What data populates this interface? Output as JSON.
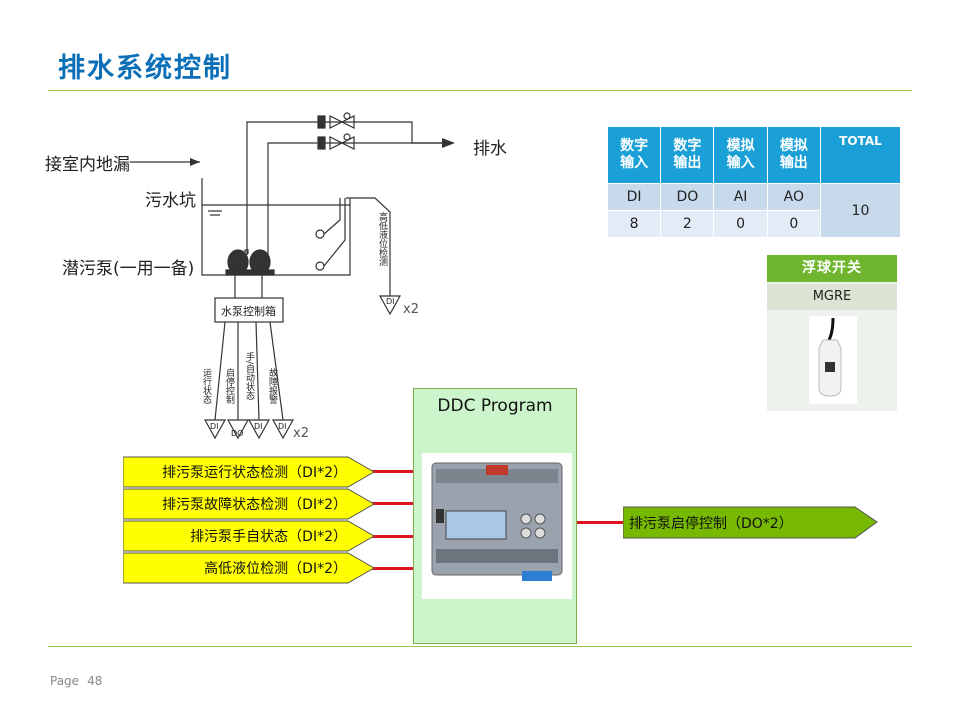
{
  "page": {
    "title": "排水系统控制",
    "footer_label": "Page",
    "page_number": "48"
  },
  "diagram": {
    "labels": {
      "indoor_drain": "接室内地漏",
      "sump": "污水坑",
      "pumps": "潜污泵(一用一备)",
      "discharge": "排水",
      "control_box": "水泵控制箱",
      "level_detect": "高低液位检测",
      "di": "DI",
      "do": "DO",
      "x2_level": "x2",
      "x2_box": "x2",
      "box_signals": [
        "运行状态",
        "启停控制",
        "手/自动状态",
        "故障报警"
      ]
    }
  },
  "io_table": {
    "headers": [
      [
        "数字",
        "输入"
      ],
      [
        "数字",
        "输出"
      ],
      [
        "模拟",
        "输入"
      ],
      [
        "模拟",
        "输出"
      ]
    ],
    "total_label": "TOTAL",
    "types": [
      "DI",
      "DO",
      "AI",
      "AO"
    ],
    "counts": [
      "8",
      "2",
      "0",
      "0"
    ],
    "total": "10"
  },
  "float_switch": {
    "title": "浮球开关",
    "model": "MGRE"
  },
  "ddc": {
    "title": "DDC Program"
  },
  "inputs": [
    "排污泵运行状态检测（DI*2）",
    "排污泵故障状态检测（DI*2）",
    "排污泵手自状态（DI*2）",
    "高低液位检测（DI*2）"
  ],
  "output": "排污泵启停控制（DO*2）",
  "colors": {
    "title": "#0b6fb8",
    "rule": "#9bc34a",
    "table_header": "#1aa0d6",
    "input_arrow": "#ffff00",
    "output_arrow": "#77b900",
    "wire": "#e0151f",
    "ddc_panel": "#ccf5cc"
  }
}
